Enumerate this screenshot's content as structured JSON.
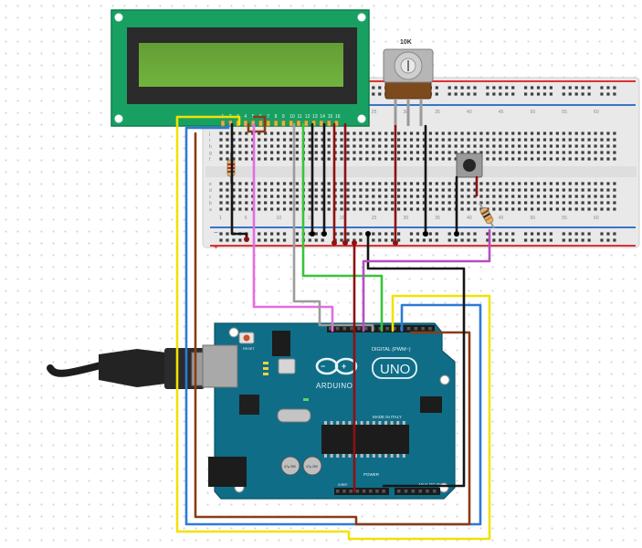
{
  "lcd": {
    "pin_labels": [
      "1",
      "2",
      "3",
      "4",
      "5",
      "6",
      "7",
      "8",
      "9",
      "10",
      "11",
      "12",
      "13",
      "14",
      "15",
      "16"
    ],
    "backlight_color": "#71b33d"
  },
  "potentiometer": {
    "label": "10K"
  },
  "breadboard": {
    "rail_plus": "+",
    "rail_minus": "−",
    "row_letters_top": [
      "j",
      "i",
      "h",
      "g",
      "f"
    ],
    "row_letters_bottom": [
      "e",
      "d",
      "c",
      "b",
      "a"
    ],
    "column_numbers": [
      "1",
      "5",
      "10",
      "15",
      "20",
      "25",
      "30",
      "35",
      "40",
      "45",
      "50",
      "55",
      "60"
    ]
  },
  "arduino": {
    "brand": "ARDUINO",
    "model": "UNO",
    "digital_label": "DIGITAL (PWM~)",
    "analog_label": "ANALOG IN",
    "power_label": "POWER",
    "made_in": "MADE IN ITALY",
    "capacitor_label": "47µ 25V",
    "reset_label": "RESET",
    "ioref_label": "IOREF"
  },
  "wire_colors": {
    "yellow": "#f2e200",
    "blue": "#2d7ad6",
    "brown": "#8a3c16",
    "pink": "#e46ce3",
    "green": "#38c43a",
    "gray": "#9c9c9c",
    "black": "#151515",
    "dark_red": "#8e1010",
    "purple": "#b64ec2"
  }
}
